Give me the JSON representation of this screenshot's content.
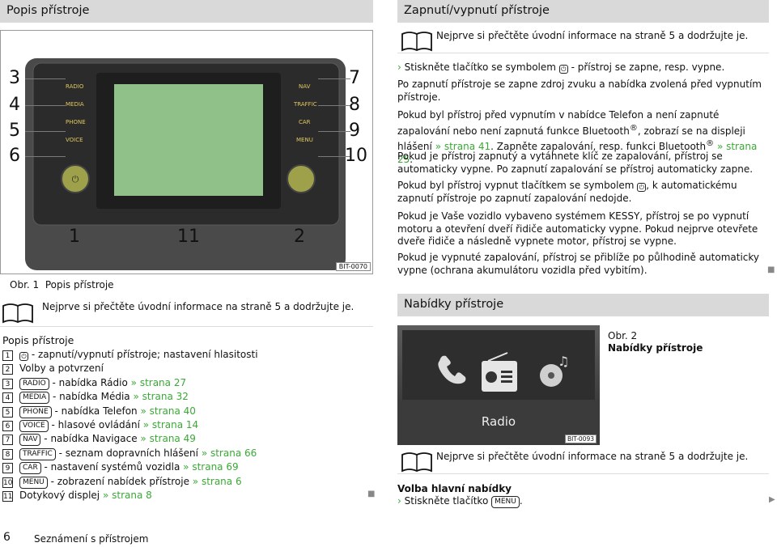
{
  "left": {
    "header": "Popis přístroje",
    "figure": {
      "code": "BIT-0070",
      "caption_prefix": "Obr. 1",
      "caption": "Popis přístroje",
      "buttons_left": [
        "RADIO",
        "MEDIA",
        "PHONE",
        "VOICE"
      ],
      "buttons_right": [
        "NAV",
        "TRAFFIC",
        "CAR",
        "MENU"
      ],
      "callouts_left": [
        "3",
        "4",
        "5",
        "6"
      ],
      "callouts_right": [
        "7",
        "8",
        "9",
        "10"
      ],
      "callouts_bottom": [
        "1",
        "11",
        "2"
      ]
    },
    "notice": "Nejprve si přečtěte úvodní informace na straně 5 a dodržujte je.",
    "legend_title": "Popis přístroje",
    "legend": [
      {
        "num": "1",
        "key": "",
        "text": " - zapnutí/vypnutí přístroje; nastavení hlasitosti",
        "ref": ""
      },
      {
        "num": "2",
        "key": "",
        "text": "Volby a potvrzení",
        "ref": ""
      },
      {
        "num": "3",
        "key": "RADIO",
        "text": " - nabídka Rádio ",
        "ref": "» strana 27"
      },
      {
        "num": "4",
        "key": "MEDIA",
        "text": " - nabídka Média ",
        "ref": "» strana 32"
      },
      {
        "num": "5",
        "key": "PHONE",
        "text": " - nabídka Telefon ",
        "ref": "» strana 40"
      },
      {
        "num": "6",
        "key": "VOICE",
        "text": " - hlasové ovládání ",
        "ref": "» strana 14"
      },
      {
        "num": "7",
        "key": "NAV",
        "text": " - nabídka Navigace ",
        "ref": "» strana 49"
      },
      {
        "num": "8",
        "key": "TRAFFIC",
        "text": " - seznam dopravních hlášení ",
        "ref": "» strana 66"
      },
      {
        "num": "9",
        "key": "CAR",
        "text": " - nastavení systémů vozidla ",
        "ref": "» strana 69"
      },
      {
        "num": "10",
        "key": "MENU",
        "text": " - zobrazení nabídek přístroje ",
        "ref": "» strana 6"
      },
      {
        "num": "11",
        "key": "",
        "text": "Dotykový displej ",
        "ref": "» strana 8"
      }
    ]
  },
  "right": {
    "header": "Zapnutí/vypnutí přístroje",
    "notice": "Nejprve si přečtěte úvodní informace na straně 5 a dodržujte je.",
    "step1_a": "Stiskněte tlačítko se symbolem ",
    "step1_b": " - přístroj se zapne, resp. vypne.",
    "p1": "Po zapnutí přístroje se zapne zdroj zvuku a nabídka zvolená před vypnutím přístroje.",
    "p2_a": "Pokud byl přístroj před vypnutím v nabídce Telefon a není zapnuté zapalování nebo není zapnutá funkce Bluetooth",
    "p2_b": ", zobrazí se na displeji hlášení ",
    "p2_ref": "» strana 41",
    "p2_c": ". Zapněte zapalování, resp. funkci Bluetooth",
    "p2_ref2": "» strana 25",
    "p3": "Pokud je přístroj zapnutý a vytáhnete klíč ze zapalování, přístroj se automaticky vypne. Po zapnutí zapalování se přístroj automaticky zapne.",
    "p4_a": "Pokud byl přístroj vypnut tlačítkem se symbolem ",
    "p4_b": ", k automatickému zapnutí přístroje po zapnutí zapalování nedojde.",
    "p5": "Pokud je Vaše vozidlo vybaveno systémem KESSY, přístroj se po vypnutí motoru a otevření dveří řidiče automaticky vypne. Pokud nejprve otevřete dveře řidiče a následně vypnete motor, přístroj se vypne.",
    "p6": "Pokud je vypnuté zapalování, přístroj se přiblíže po půlhodině automaticky vypne (ochrana akumulátoru vozidla před vybitím).",
    "header2": "Nabídky přístroje",
    "figure2": {
      "label": "Radio",
      "code": "BIT-0093",
      "caption_prefix": "Obr. 2",
      "caption": "Nabídky přístroje"
    },
    "notice2": "Nejprve si přečtěte úvodní informace na straně 5 a dodržujte je.",
    "sub_title": "Volba hlavní nabídky",
    "step2_a": "Stiskněte tlačítko ",
    "step2_key": "MENU",
    "step2_b": "."
  },
  "footer": {
    "page_number": "6",
    "chapter": "Seznámení s přístrojem"
  }
}
